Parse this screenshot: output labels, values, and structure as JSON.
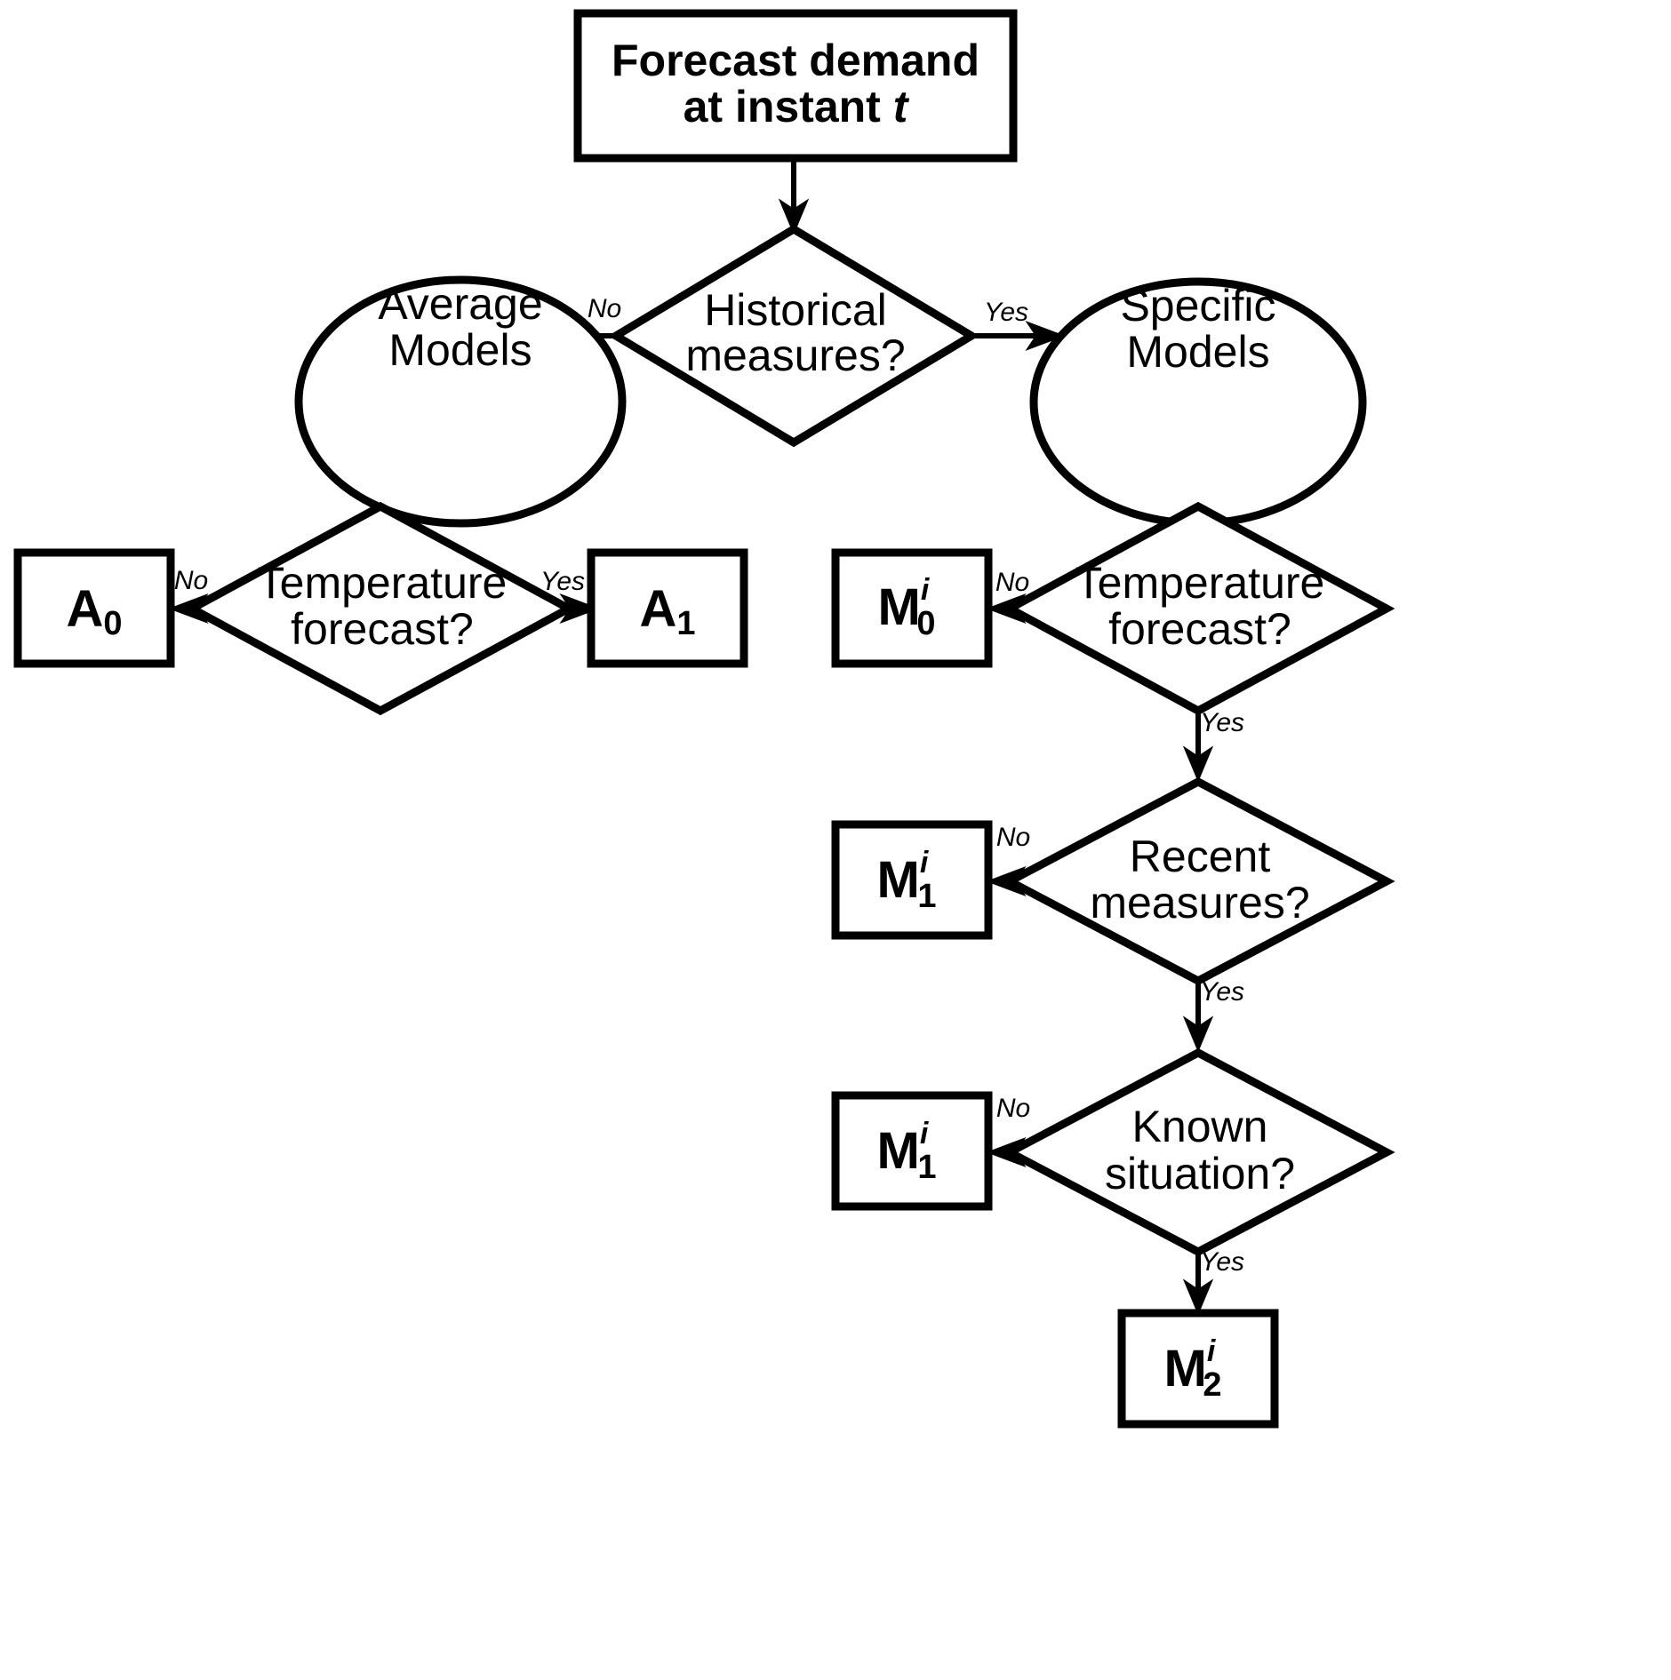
{
  "diagram": {
    "title": "Demand forecast model selection flowchart",
    "stroke_color": "#000000",
    "fill_color": "#ffffff",
    "background": "#ffffff"
  },
  "nodes": {
    "start": {
      "type": "process",
      "line1": "Forecast demand",
      "line2_prefix": "at instant ",
      "line2_italic": "t"
    },
    "decision_historical": {
      "type": "decision",
      "line1": "Historical",
      "line2": "measures?"
    },
    "average_models": {
      "type": "terminator-ellipse",
      "line1": "Average",
      "line2": "Models"
    },
    "specific_models": {
      "type": "terminator-ellipse",
      "line1": "Specific",
      "line2": "Models"
    },
    "decision_temp_left": {
      "type": "decision",
      "line1": "Temperature",
      "line2": "forecast?"
    },
    "decision_temp_right": {
      "type": "decision",
      "line1": "Temperature",
      "line2": "forecast?"
    },
    "decision_recent": {
      "type": "decision",
      "line1": "Recent",
      "line2": "measures?"
    },
    "decision_known": {
      "type": "decision",
      "line1": "Known",
      "line2": "situation?"
    },
    "result_a0": {
      "type": "result",
      "base": "A",
      "superscript": "",
      "subscript": "0"
    },
    "result_a1": {
      "type": "result",
      "base": "A",
      "superscript": "",
      "subscript": "1"
    },
    "result_m0i": {
      "type": "result",
      "base": "M",
      "superscript": "i",
      "subscript": "0"
    },
    "result_m1i_a": {
      "type": "result",
      "base": "M",
      "superscript": "i",
      "subscript": "1"
    },
    "result_m1i_b": {
      "type": "result",
      "base": "M",
      "superscript": "i",
      "subscript": "1"
    },
    "result_m2i": {
      "type": "result",
      "base": "M",
      "superscript": "i",
      "subscript": "2"
    }
  },
  "edges": {
    "historical_no": "No",
    "historical_yes": "Yes",
    "temp_left_no": "No",
    "temp_left_yes": "Yes",
    "temp_right_no": "No",
    "temp_right_yes": "Yes",
    "recent_no": "No",
    "recent_yes": "Yes",
    "known_no": "No",
    "known_yes": "Yes"
  }
}
